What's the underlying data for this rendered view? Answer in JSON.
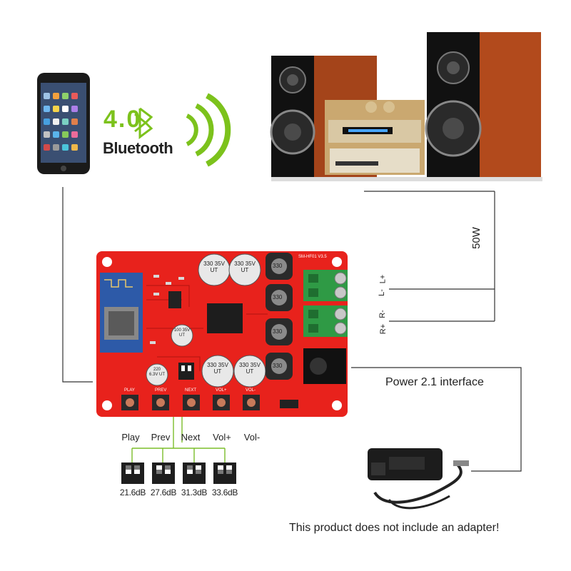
{
  "bluetooth": {
    "version": "4.0",
    "label": "Bluetooth"
  },
  "output": {
    "power": "50W",
    "terminals": [
      "L+",
      "L-",
      "R-",
      "R+"
    ]
  },
  "power_interface": {
    "label": "Power 2.1 interface"
  },
  "buttons": [
    "Play",
    "Prev",
    "Next",
    "Vol+",
    "Vol-"
  ],
  "gain_settings": [
    "21.6dB",
    "27.6dB",
    "31.3dB",
    "33.6dB"
  ],
  "capacitors": [
    "330 35V UT",
    "330 35V UT",
    "330 35V UT",
    "330 35V UT",
    "100 35V UT",
    "220 6.3V UT"
  ],
  "inductors": [
    "330",
    "330",
    "330",
    "330"
  ],
  "pcb_labels": [
    "PLAY",
    "PREV",
    "NEXT",
    "VOL+",
    "VOL-",
    "SM-HF01 V3.5"
  ],
  "footer_note": "This product does not include an adapter!",
  "colors": {
    "pcb": "#e8221c",
    "bluetooth_green": "#7cc21c",
    "terminal_green": "#2f9a45",
    "speaker_wood": "#b24a1c",
    "line": "#333333",
    "gain_wire": "#7bbd2a"
  }
}
